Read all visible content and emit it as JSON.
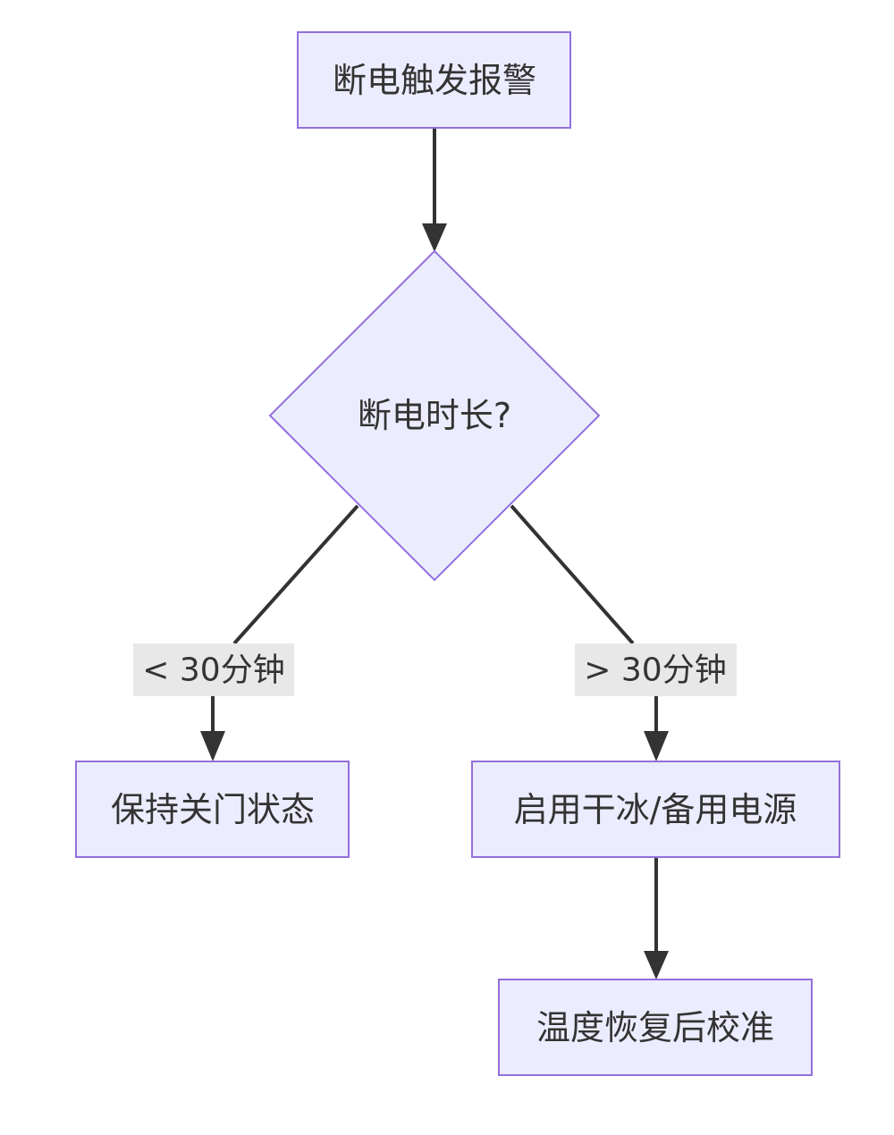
{
  "diagram": {
    "type": "flowchart",
    "colors": {
      "node_fill": "#ECECFF",
      "node_stroke": "#9370DB",
      "edge": "#333333",
      "edge_label_bg": "#E8E8E8",
      "text": "#333333"
    },
    "nodes": {
      "start": "断电触发报警",
      "decision": "断电时长?",
      "keep_closed": "保持关门状态",
      "backup": "启用干冰/备用电源",
      "calibrate": "温度恢复后校准"
    },
    "edges": [
      {
        "from": "start",
        "to": "decision",
        "label": ""
      },
      {
        "from": "decision",
        "to": "keep_closed",
        "label": "< 30分钟"
      },
      {
        "from": "decision",
        "to": "backup",
        "label": "> 30分钟"
      },
      {
        "from": "backup",
        "to": "calibrate",
        "label": ""
      }
    ]
  }
}
